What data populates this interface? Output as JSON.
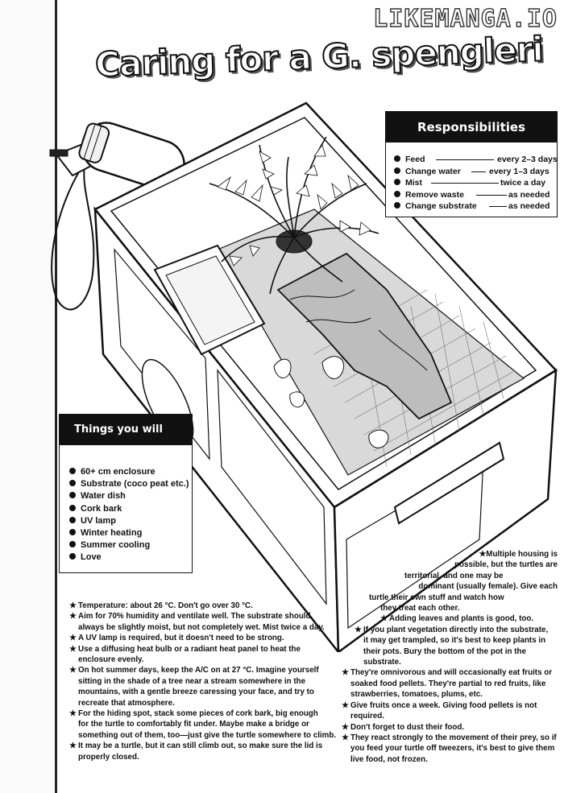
{
  "watermark": "LIKEMANGA.IO",
  "title": "Caring for a G. spengleri",
  "responsibilities": {
    "heading": "Responsibilities",
    "items": [
      {
        "task": "Feed",
        "frequency": "every 2–3 days"
      },
      {
        "task": "Change water",
        "frequency": "every 1–3 days"
      },
      {
        "task": "Mist",
        "frequency": "twice a day"
      },
      {
        "task": "Remove waste",
        "frequency": "as needed"
      },
      {
        "task": "Change substrate",
        "frequency": "as needed"
      }
    ]
  },
  "things_needed": {
    "heading": "Things you will need",
    "items": [
      "60+ cm enclosure",
      "Substrate (coco peat etc.)",
      "Water dish",
      "Cork bark",
      "UV lamp",
      "Winter heating",
      "Summer cooling",
      "Love"
    ]
  },
  "notes_right": [
    [
      "Multiple housing is",
      "possible, but the turtles are",
      "territorial, and one may be",
      "dominant (usually female). Give each",
      "turtle their own stuff and watch how",
      "they treat each other."
    ],
    [
      "Adding leaves and plants is good, too."
    ],
    [
      "If you plant vegetation directly into the substrate,",
      "it may get trampled, so it's best to keep plants in",
      "their pots. Bury the bottom of the pot in the",
      "substrate."
    ],
    [
      "They're omnivorous and will occasionally eat fruits or",
      "soaked food pellets. They're partial to red fruits, like",
      "strawberries, tomatoes, plums, etc."
    ],
    [
      "Give fruits once a week. Giving food pellets is not",
      "required."
    ],
    [
      "Don't forget to dust their food."
    ],
    [
      "They react strongly to the movement of their prey, so if",
      "you feed your turtle off tweezers, it's best to give them",
      "live food, not frozen."
    ]
  ],
  "notes_left": [
    [
      "Temperature: about 26 °C. Don't go over 30 °C."
    ],
    [
      "Aim for 70% humidity and ventilate well. The substrate should",
      "always be slightly moist, but not completely wet. Mist twice a day."
    ],
    [
      "A UV lamp is required, but it doesn't need to be strong."
    ],
    [
      "Use a diffusing heat bulb or a radiant heat panel to heat the",
      "enclosure evenly."
    ],
    [
      "On hot summer days, keep the A/C on at 27 °C. Imagine yourself",
      "sitting in the shade of a tree near a stream somewhere in the",
      "mountains, with a gentle breeze caressing your face, and try to",
      "recreate that atmosphere."
    ],
    [
      "For the hiding spot, stack some pieces of cork bark, big enough",
      "for the turtle to comfortably fit under. Maybe make a bridge or",
      "something out of them, too—just give the turtle somewhere to climb."
    ],
    [
      "It may be a turtle, but it can still climb out, so make sure the lid is",
      "properly closed."
    ]
  ]
}
